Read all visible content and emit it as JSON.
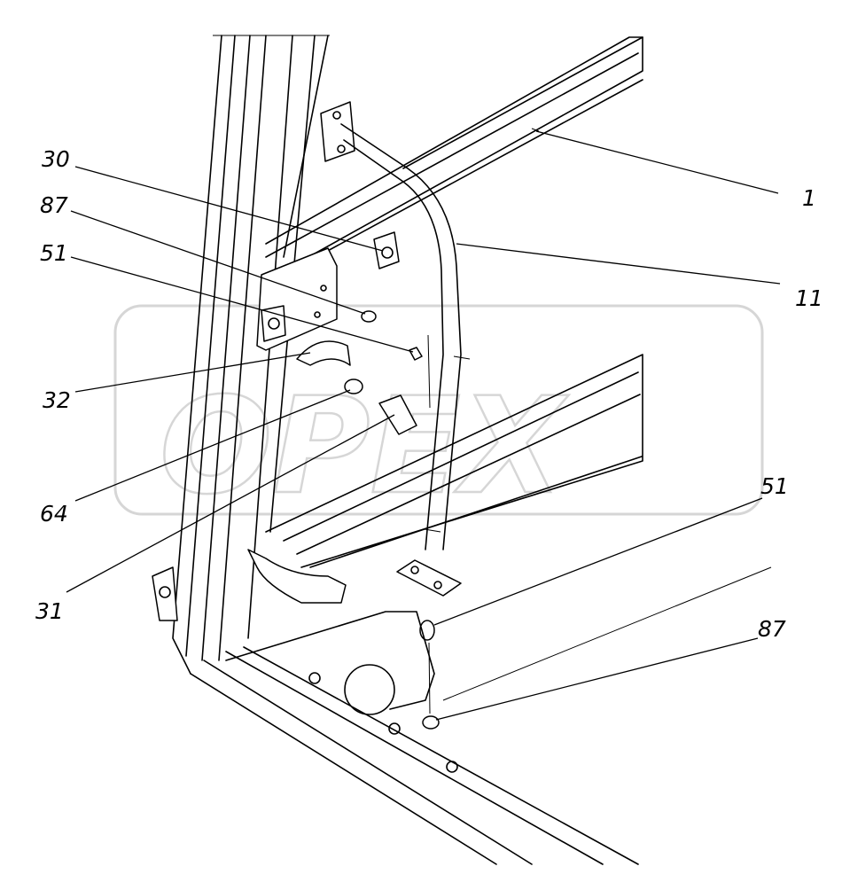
{
  "diagram": {
    "watermark": "OPEX",
    "callouts": [
      {
        "id": "c-1",
        "label": "1"
      },
      {
        "id": "c-11",
        "label": "11"
      },
      {
        "id": "c-30",
        "label": "30"
      },
      {
        "id": "c-87-top",
        "label": "87"
      },
      {
        "id": "c-51-top",
        "label": "51"
      },
      {
        "id": "c-32",
        "label": "32"
      },
      {
        "id": "c-64",
        "label": "64"
      },
      {
        "id": "c-31",
        "label": "31"
      },
      {
        "id": "c-51-bottom",
        "label": "51"
      },
      {
        "id": "c-87-bottom",
        "label": "87"
      }
    ]
  }
}
